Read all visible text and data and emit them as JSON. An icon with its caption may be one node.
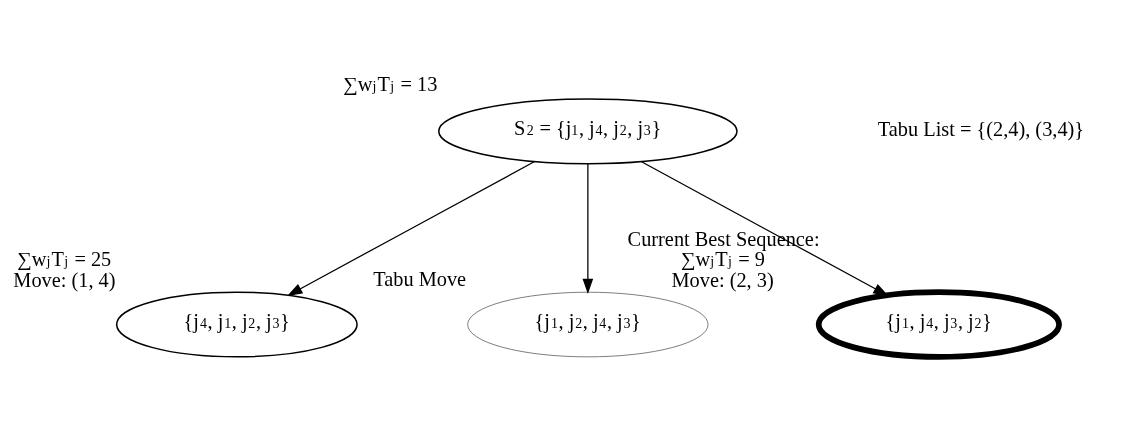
{
  "diagram": {
    "nodes": [
      {
        "text": [
          "S$_{2}$ = {j$_{1}$, j$_{4}$, j$_{2}$, j$_{3}$}"
        ],
        "beside": [
          "∑w$_{j}$T$_{j}$ = 13"
        ]
      },
      {
        "text": [
          "{j$_{4}$, j$_{1}$, j$_{2}$, j$_{3}$}"
        ],
        "beside": [
          "∑w$_{j}$T$_{j}$ = 25",
          "Move: (1, 4)"
        ]
      },
      {
        "text": [
          "{j$_{1}$, j$_{2}$, j$_{4}$, j$_{3}$}"
        ],
        "beside": [
          "Tabu Move"
        ]
      },
      {
        "text": [
          "{j$_{1}$, j$_{4}$, j$_{3}$, j$_{2}$}"
        ],
        "beside": [
          "Current Best Sequence:",
          "∑w$_{j}$T$_{j}$ = 9",
          "Move: (2, 3)"
        ]
      }
    ],
    "edges": [
      {
        "from": 0,
        "to": 1,
        "arrow": "to"
      },
      {
        "from": 0,
        "to": 2,
        "arrow": "to"
      },
      {
        "from": 0,
        "to": 3,
        "arrow": "to"
      }
    ],
    "labels": [
      "Tabu List = {(2,4), (3,4)}"
    ]
  }
}
